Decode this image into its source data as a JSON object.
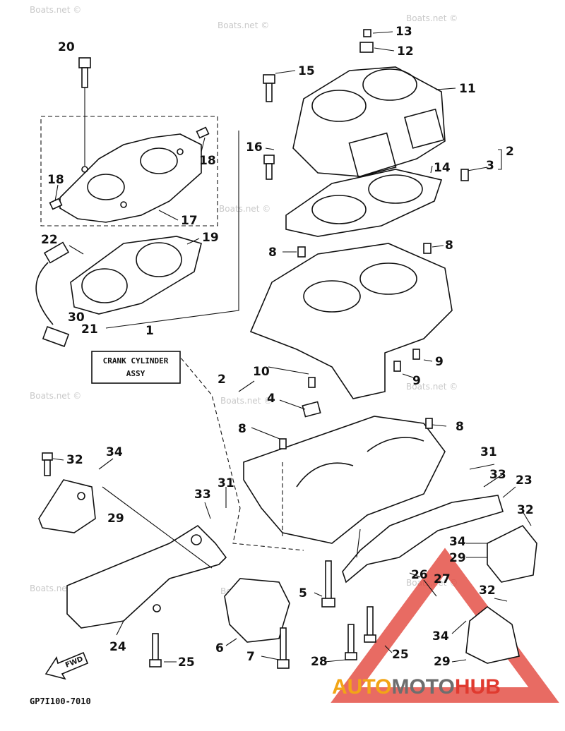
{
  "watermark": "Boats.net ©",
  "caption_box": {
    "line1": "CRANK CYLINDER",
    "line2": "ASSY"
  },
  "drawing_code": "GP7I100-7010",
  "fwd_label": "FWD",
  "brand": {
    "part1": "AUTO",
    "part2": "MOTO",
    "part3": "HUB",
    "colors": {
      "orange": "#f2a516",
      "gray": "#6e6e6e",
      "red": "#e03a2f"
    }
  },
  "callouts": [
    "20",
    "13",
    "12",
    "15",
    "11",
    "2",
    "3",
    "14",
    "16",
    "18",
    "18",
    "17",
    "22",
    "19",
    "8",
    "8",
    "30",
    "21",
    "1",
    "9",
    "10",
    "9",
    "2",
    "4",
    "8",
    "8",
    "32",
    "34",
    "31",
    "33",
    "23",
    "33",
    "31",
    "29",
    "32",
    "29",
    "34",
    "26",
    "27",
    "5",
    "32",
    "34",
    "24",
    "6",
    "7",
    "25",
    "28",
    "25",
    "29"
  ]
}
